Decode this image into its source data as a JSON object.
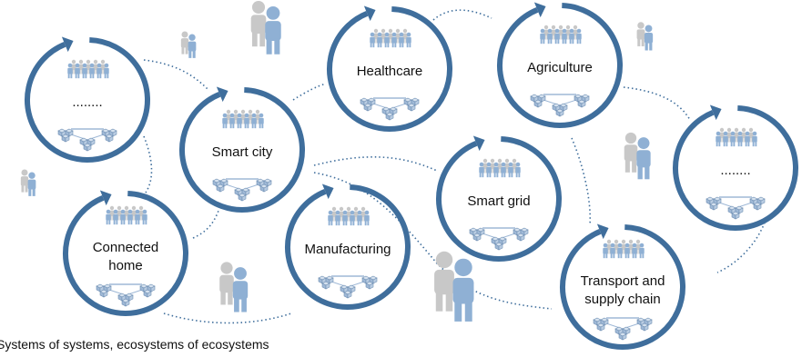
{
  "colors": {
    "ring": "#3f6e9c",
    "person_back": "#c8c8c8",
    "person_front": "#8fb0d4",
    "cube": "#9fb8d6",
    "connector": "#3f6e9c"
  },
  "caption": "Systems of systems, ecosystems of ecosystems",
  "ecosystems": [
    {
      "id": "unnamed-left",
      "lines": [
        "........"
      ]
    },
    {
      "id": "smart-city",
      "lines": [
        "Smart city"
      ]
    },
    {
      "id": "connected-home",
      "lines": [
        "Connected",
        "home"
      ]
    },
    {
      "id": "manufacturing",
      "lines": [
        "Manufacturing"
      ]
    },
    {
      "id": "healthcare",
      "lines": [
        "Healthcare"
      ]
    },
    {
      "id": "agriculture",
      "lines": [
        "Agriculture"
      ]
    },
    {
      "id": "smart-grid",
      "lines": [
        "Smart grid"
      ]
    },
    {
      "id": "unnamed-right",
      "lines": [
        "........"
      ]
    },
    {
      "id": "transport",
      "lines": [
        "Transport and",
        "supply chain"
      ]
    }
  ]
}
